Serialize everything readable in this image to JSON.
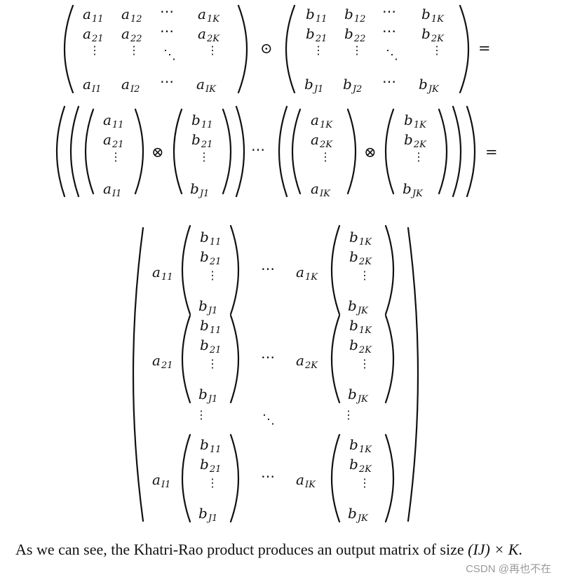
{
  "equation_line1": {
    "matrix_a": {
      "rows": [
        [
          "a11",
          "a12",
          "⋯",
          "a1K"
        ],
        [
          "a21",
          "a22",
          "⋯",
          "a2K"
        ],
        [
          "⋮",
          "⋮",
          "⋱",
          "⋮"
        ],
        [
          "aI1",
          "aI2",
          "⋯",
          "aIK"
        ]
      ]
    },
    "operator": "⊙",
    "matrix_b": {
      "rows": [
        [
          "b11",
          "b12",
          "⋯",
          "b1K"
        ],
        [
          "b21",
          "b22",
          "⋯",
          "b2K"
        ],
        [
          "⋮",
          "⋮",
          "⋱",
          "⋮"
        ],
        [
          "bJ1",
          "bJ2",
          "⋯",
          "bJK"
        ]
      ]
    },
    "equals": "="
  },
  "equation_line2": {
    "col_a1": [
      "a11",
      "a21",
      "⋮",
      "aI1"
    ],
    "col_b1": [
      "b11",
      "b21",
      "⋮",
      "bJ1"
    ],
    "col_aK": [
      "a1K",
      "a2K",
      "⋮",
      "aIK"
    ],
    "col_bK": [
      "b1K",
      "b2K",
      "⋮",
      "bJK"
    ],
    "kron": "⊗",
    "ellipsis": "⋯",
    "equals": "="
  },
  "equation_line3": {
    "rows": [
      {
        "left_scalar": "a11",
        "right_scalar": "a1K"
      },
      {
        "left_scalar": "a21",
        "right_scalar": "a2K"
      },
      {
        "left_scalar": "aI1",
        "right_scalar": "aIK"
      }
    ],
    "col_b1": [
      "b11",
      "b21",
      "⋮",
      "bJ1"
    ],
    "col_bK": [
      "b1K",
      "b2K",
      "⋮",
      "bJK"
    ],
    "hdots": "⋯",
    "vdots": "⋮",
    "ddots": "⋱"
  },
  "caption": {
    "text_before": "As we can see, the Khatri-Rao product produces an output matrix of size",
    "size_expr": "(IJ) × K",
    "text_after": "."
  },
  "watermark": "CSDN @再也不在"
}
